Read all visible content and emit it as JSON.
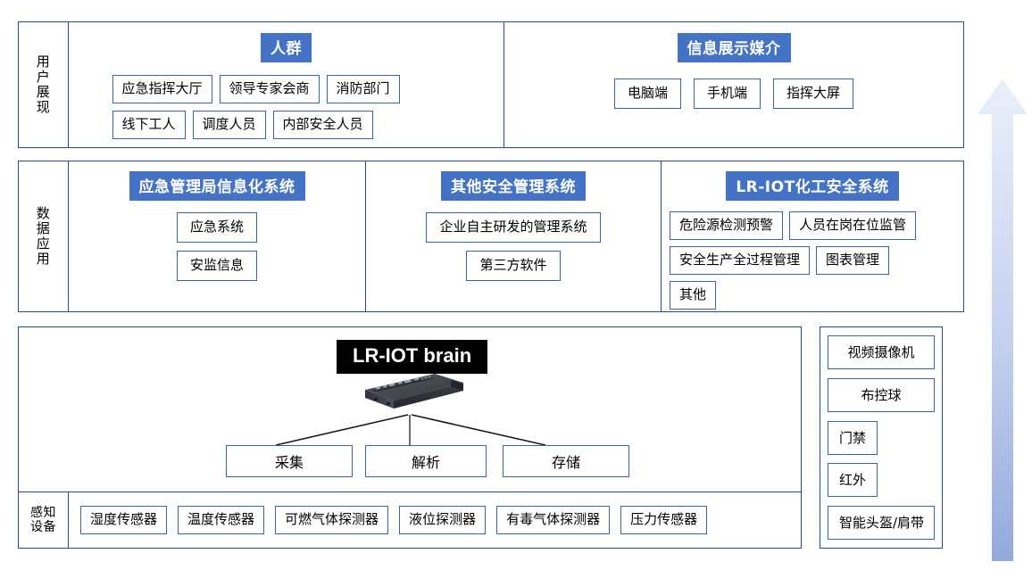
{
  "meta": {
    "title": "LR-IOT 化工安全系统架构图",
    "accent_blue": "#4472C4",
    "border_blue": "#3C63A4",
    "frame_blue": "#2A4B86",
    "brain_banner_bg": "#000000",
    "arrow_gradient_top": "#E8EEF9",
    "arrow_gradient_bottom": "#93A9DC"
  },
  "rows": {
    "user_display": {
      "label": "用户展现",
      "label_chars": [
        "用",
        "户",
        "展",
        "现"
      ],
      "panels": [
        {
          "banner": "人群",
          "chips_row1": [
            "应急指挥大厅",
            "领导专家会商",
            "消防部门"
          ],
          "chips_row2": [
            "线下工人",
            "调度人员",
            "内部安全人员"
          ]
        },
        {
          "banner": "信息展示媒介",
          "chips_row1": [
            "电脑端",
            "手机端",
            "指挥大屏"
          ],
          "chips_row2": []
        }
      ]
    },
    "data_application": {
      "label": "数据应用",
      "label_chars": [
        "数",
        "据",
        "应",
        "用"
      ],
      "panels": [
        {
          "banner": "应急管理局信息化系统",
          "chips_row1": [
            "应急系统"
          ],
          "chips_row2": [
            "安监信息"
          ],
          "chips_row3": []
        },
        {
          "banner": "其他安全管理系统",
          "chips_row1": [
            "企业自主研发的管理系统"
          ],
          "chips_row2": [
            "第三方软件"
          ],
          "chips_row3": []
        },
        {
          "banner": "LR-IOT化工安全系统",
          "chips_row1": [
            "危险源检测预警",
            "人员在岗在位监管"
          ],
          "chips_row2": [
            "安全生产全过程管理",
            "图表管理"
          ],
          "chips_row3": [
            "其他"
          ]
        }
      ]
    },
    "platform": {
      "brain_title": "LR-IOT brain",
      "server_icon": "rack-server-icon",
      "process_boxes": [
        "采集",
        "解析",
        "存储"
      ]
    },
    "perception": {
      "label": "感知设备",
      "label_chars": [
        "感知",
        "设备"
      ],
      "sensors": [
        "湿度传感器",
        "温度传感器",
        "可燃气体探测器",
        "液位探测器",
        "有毒气体探测器",
        "压力传感器"
      ]
    },
    "devices": {
      "items": [
        "视频摄像机",
        "布控球",
        "门禁",
        "红外",
        "智能头盔/肩带"
      ]
    }
  },
  "arrow": {
    "name": "upward-flow-arrow",
    "direction": "up"
  }
}
